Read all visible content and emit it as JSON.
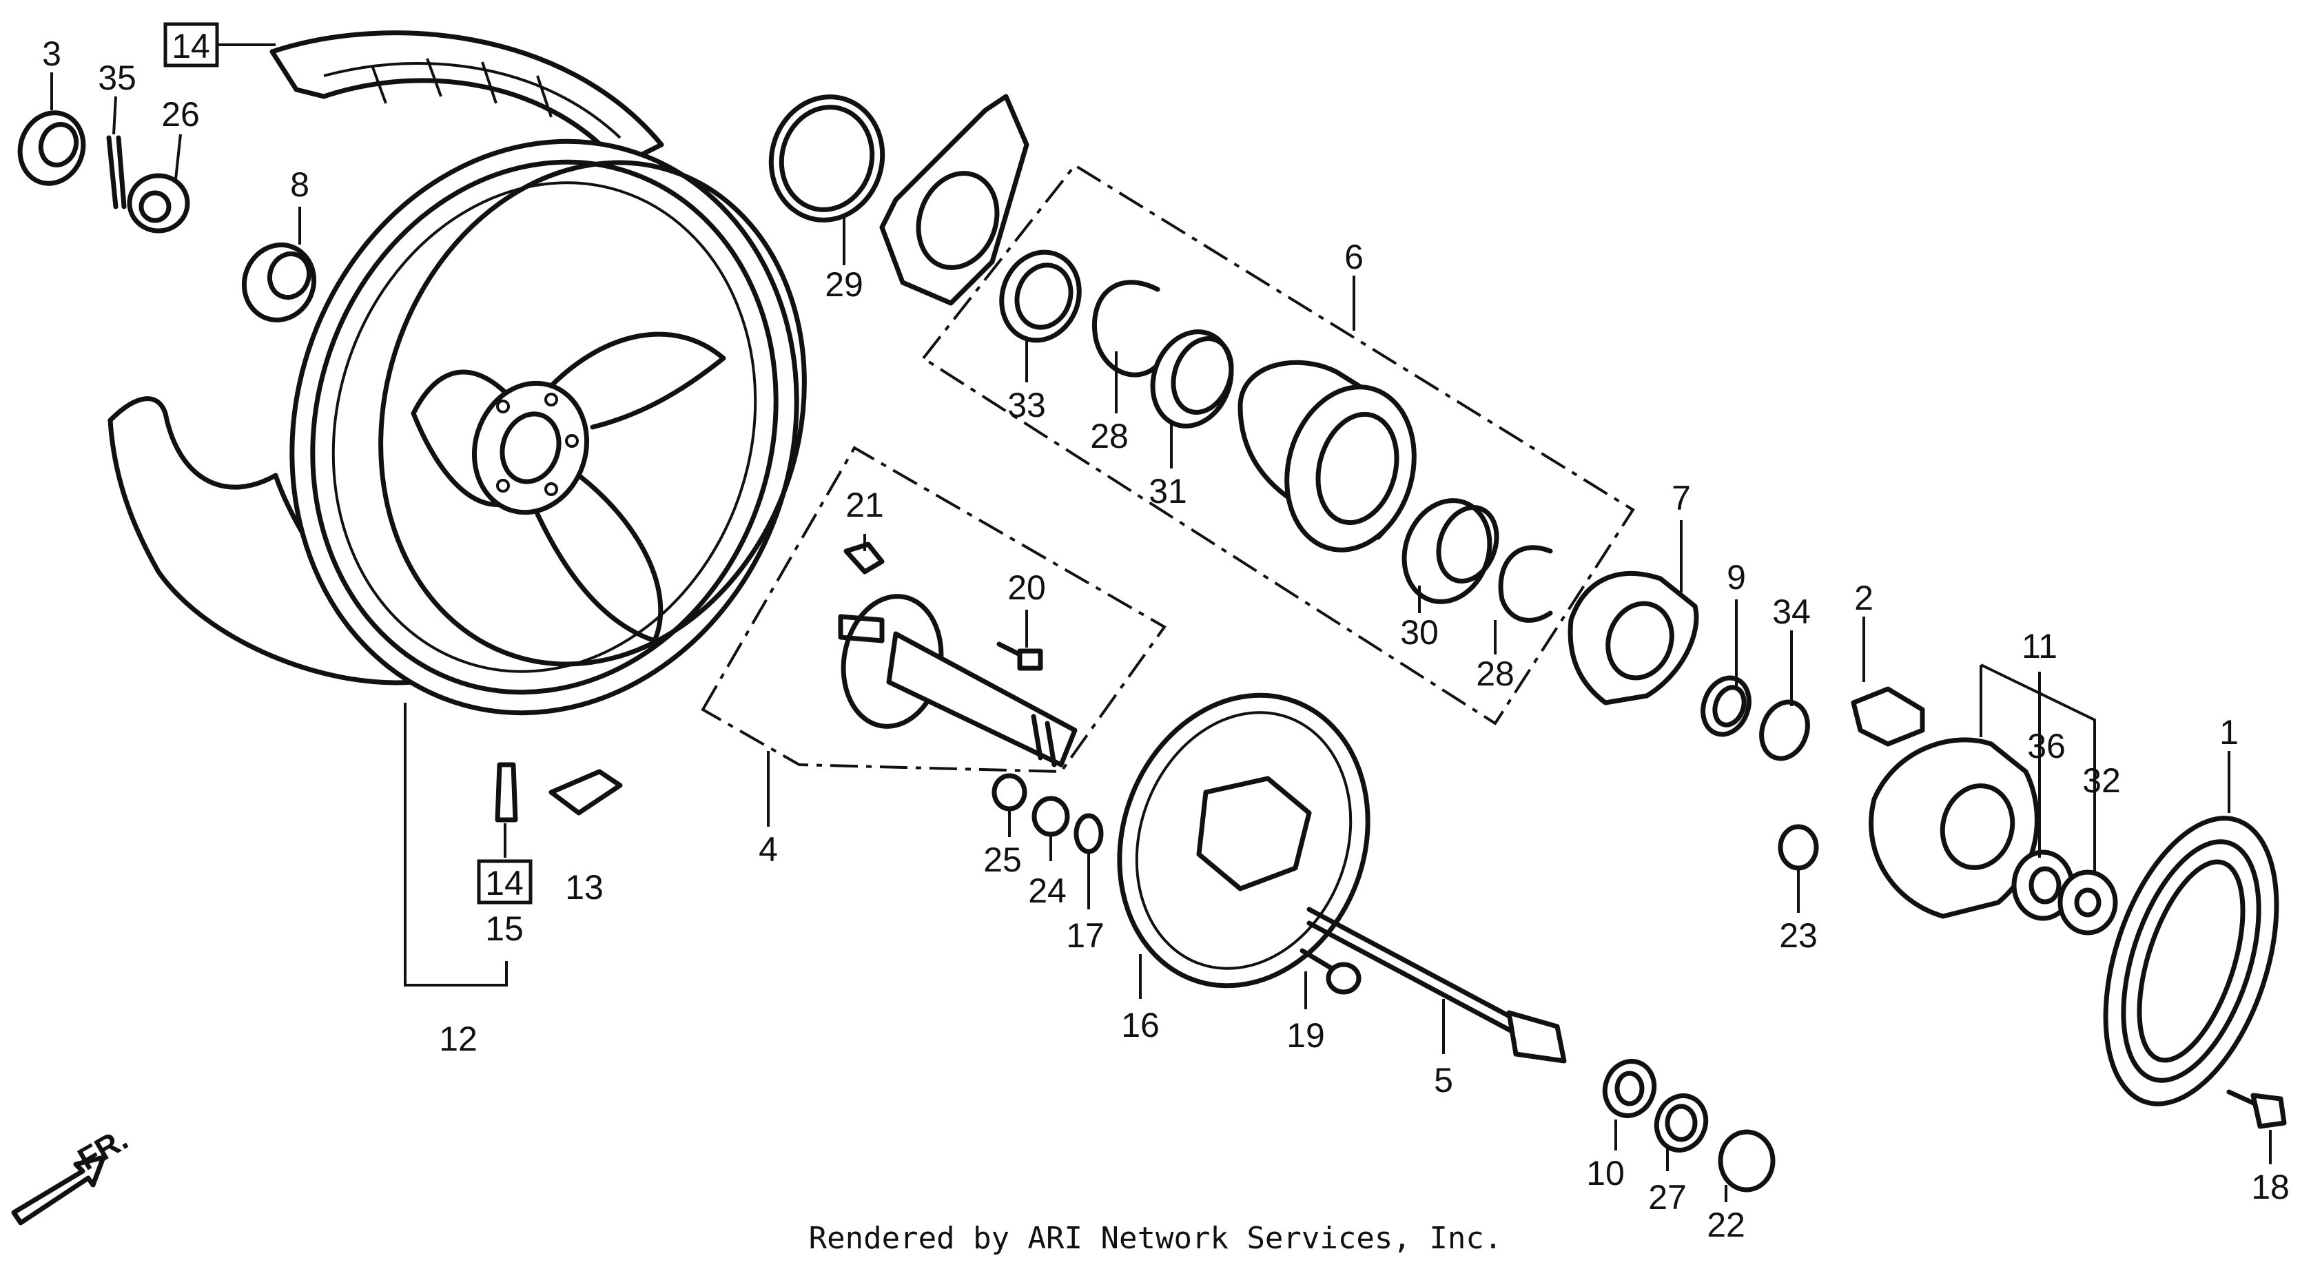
{
  "diagram": {
    "callouts": {
      "c1": "1",
      "c2": "2",
      "c3": "3",
      "c4": "4",
      "c5": "5",
      "c6": "6",
      "c7": "7",
      "c8": "8",
      "c9": "9",
      "c10": "10",
      "c11": "11",
      "c12": "12",
      "c13": "13",
      "c14a": "14",
      "c14b": "14",
      "c15": "15",
      "c16": "16",
      "c17": "17",
      "c18": "18",
      "c19": "19",
      "c20": "20",
      "c21": "21",
      "c22": "22",
      "c23": "23",
      "c24": "24",
      "c25": "25",
      "c26": "26",
      "c27": "27",
      "c28a": "28",
      "c28b": "28",
      "c29": "29",
      "c30": "30",
      "c31": "31",
      "c32": "32",
      "c33": "33",
      "c34": "34",
      "c35": "35",
      "c36": "36"
    },
    "direction_label": "FR.",
    "stroke_color": "#111111",
    "background_color": "#ffffff"
  },
  "footer": {
    "rendered_by": "Rendered by ARI Network Services, Inc."
  }
}
